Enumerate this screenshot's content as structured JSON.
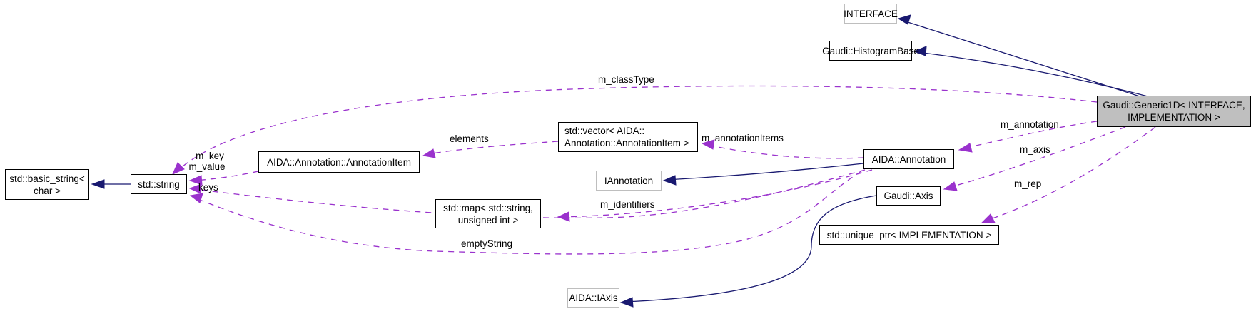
{
  "nodes": {
    "interface": {
      "label": "INTERFACE"
    },
    "histogram_base": {
      "label": "Gaudi::HistogramBase"
    },
    "generic1d": {
      "line1": "Gaudi::Generic1D< INTERFACE,",
      "line2": "IMPLEMENTATION >"
    },
    "vector_annotation_item": {
      "line1": "std::vector< AIDA::",
      "line2": "Annotation::AnnotationItem >"
    },
    "aida_annotation": {
      "label": "AIDA::Annotation"
    },
    "iannotation": {
      "label": "IAnnotation"
    },
    "annotation_item": {
      "label": "AIDA::Annotation::AnnotationItem"
    },
    "std_string": {
      "label": "std::string"
    },
    "basic_string": {
      "line1": "std::basic_string<",
      "line2": "char >"
    },
    "std_map": {
      "line1": "std::map< std::string,",
      "line2": "unsigned int >"
    },
    "gaudi_axis": {
      "label": "Gaudi::Axis"
    },
    "unique_ptr": {
      "label": "std::unique_ptr< IMPLEMENTATION >"
    },
    "aida_iaxis": {
      "label": "AIDA::IAxis"
    }
  },
  "edge_labels": {
    "m_classType": "m_classType",
    "m_annotation": "m_annotation",
    "m_axis": "m_axis",
    "m_rep": "m_rep",
    "m_annotationItems": "m_annotationItems",
    "elements": "elements",
    "m_key": "m_key",
    "m_value": "m_value",
    "keys": "keys",
    "m_identifiers": "m_identifiers",
    "emptyString": "emptyString"
  },
  "colors": {
    "inheritance_edge": "#191970",
    "usage_edge": "#9a32cd",
    "node_border": "#000000",
    "external_node_border": "#bebebe",
    "focus_node_fill": "#bfbfbf",
    "background": "#ffffff",
    "text": "#000000"
  }
}
